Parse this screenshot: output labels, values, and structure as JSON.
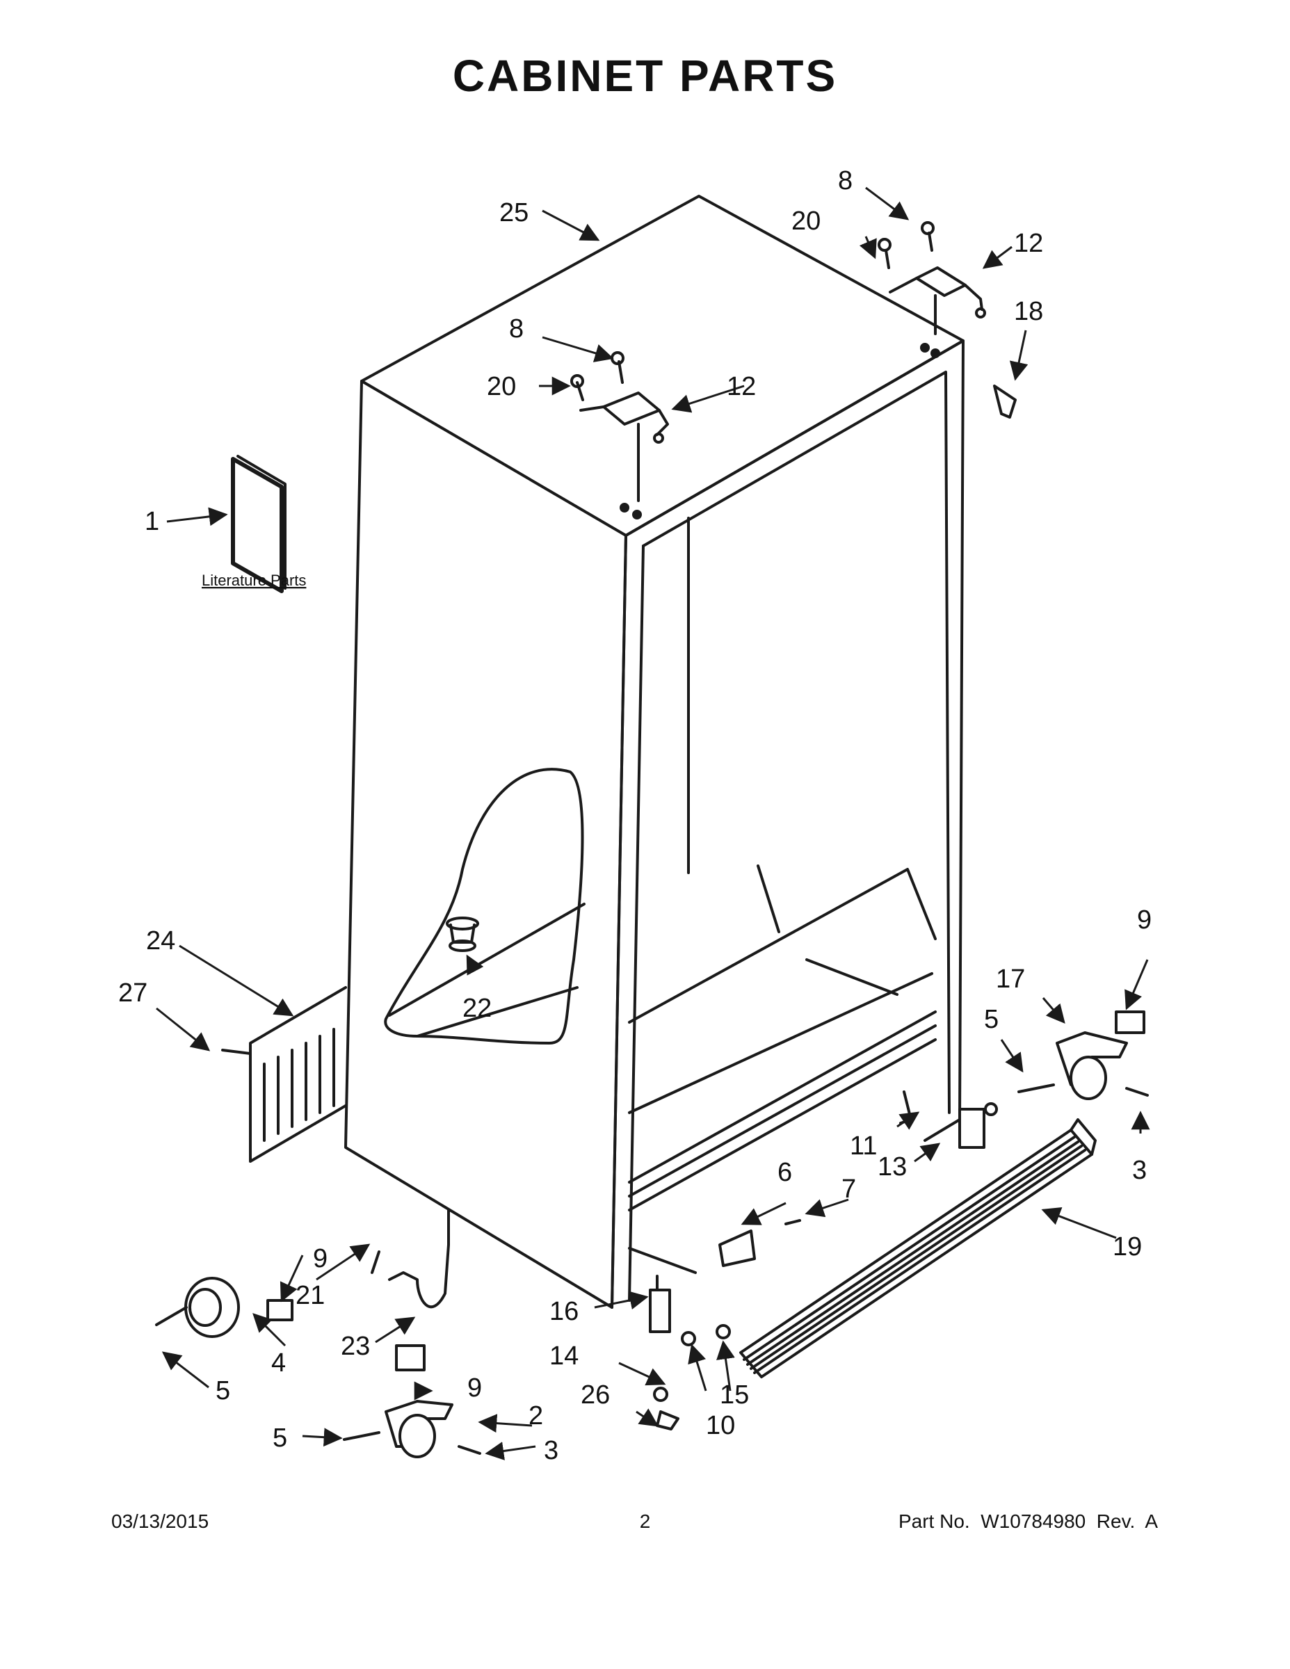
{
  "title": "CABINET PARTS",
  "literature_label": "Literature Parts",
  "footer": {
    "date": "03/13/2015",
    "page": "2",
    "part_number": "Part No.  W10784980  Rev.  A"
  },
  "callouts": [
    "1",
    "2",
    "3",
    "4",
    "5",
    "6",
    "7",
    "8",
    "9",
    "10",
    "11",
    "12",
    "13",
    "14",
    "15",
    "16",
    "17",
    "18",
    "19",
    "20",
    "21",
    "22",
    "23",
    "24",
    "25",
    "26",
    "27"
  ],
  "line_color": "#1a1a1a"
}
